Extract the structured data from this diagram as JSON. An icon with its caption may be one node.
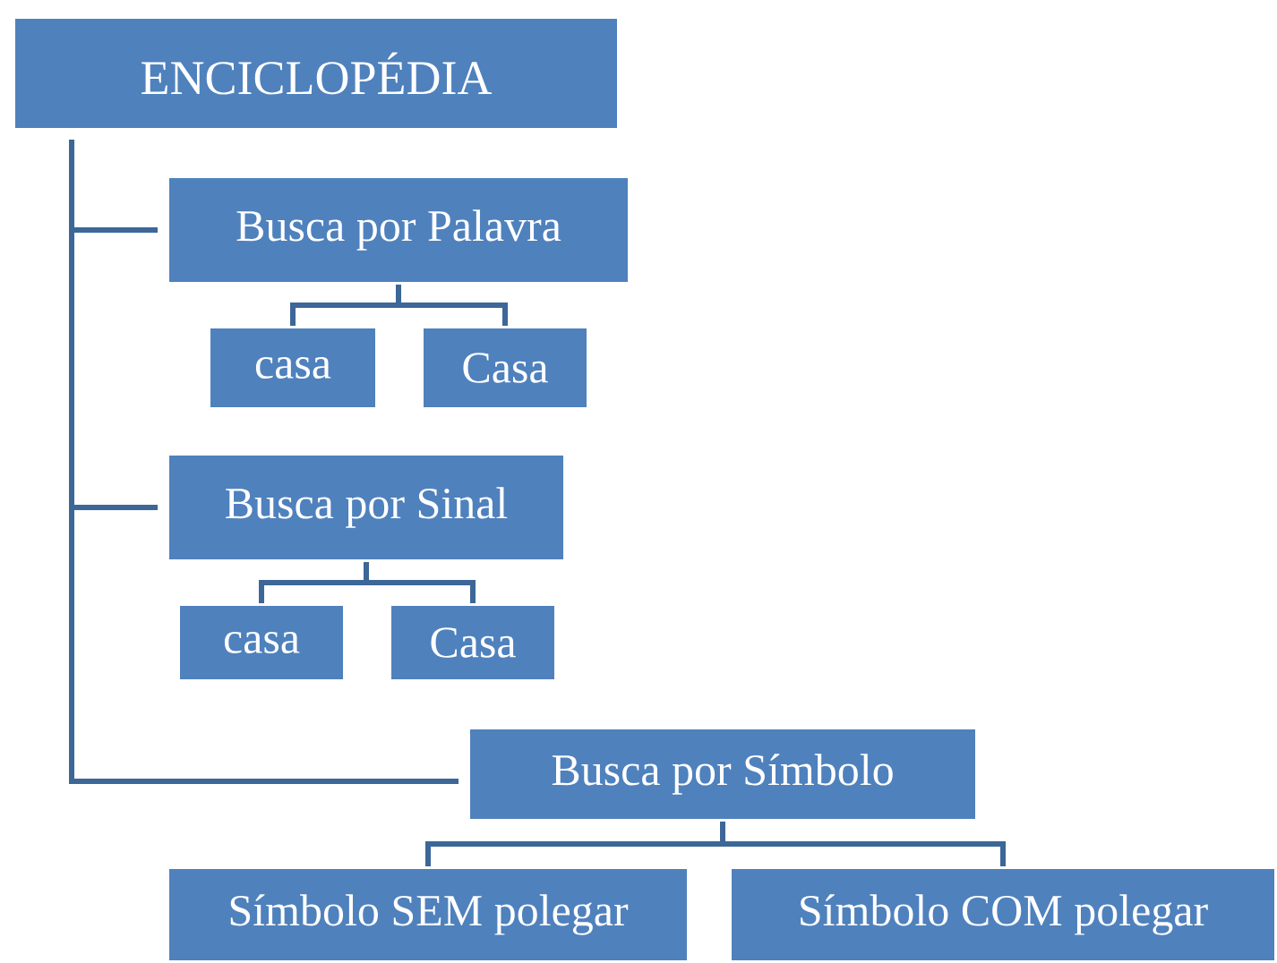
{
  "diagram": {
    "nodes": [
      {
        "text": [
          "ENCICLOPÉDIA"
        ]
      },
      {
        "text": [
          "Busca por Palavra"
        ]
      },
      {
        "text": [
          "casa"
        ]
      },
      {
        "text": [
          "Casa"
        ]
      },
      {
        "text": [
          "Busca por Sinal"
        ]
      },
      {
        "text": [
          "casa"
        ]
      },
      {
        "text": [
          "Casa"
        ]
      },
      {
        "text": [
          "Busca por Símbolo"
        ]
      },
      {
        "text": [
          "Símbolo SEM polegar"
        ]
      },
      {
        "text": [
          "Símbolo COM polegar"
        ]
      }
    ],
    "edges": [
      {
        "from": 0,
        "to": 1,
        "arrow": "none"
      },
      {
        "from": 1,
        "to": 2,
        "arrow": "none"
      },
      {
        "from": 1,
        "to": 3,
        "arrow": "none"
      },
      {
        "from": 0,
        "to": 4,
        "arrow": "none"
      },
      {
        "from": 4,
        "to": 5,
        "arrow": "none"
      },
      {
        "from": 4,
        "to": 6,
        "arrow": "none"
      },
      {
        "from": 0,
        "to": 7,
        "arrow": "none"
      },
      {
        "from": 7,
        "to": 8,
        "arrow": "none"
      },
      {
        "from": 7,
        "to": 9,
        "arrow": "none"
      }
    ]
  }
}
